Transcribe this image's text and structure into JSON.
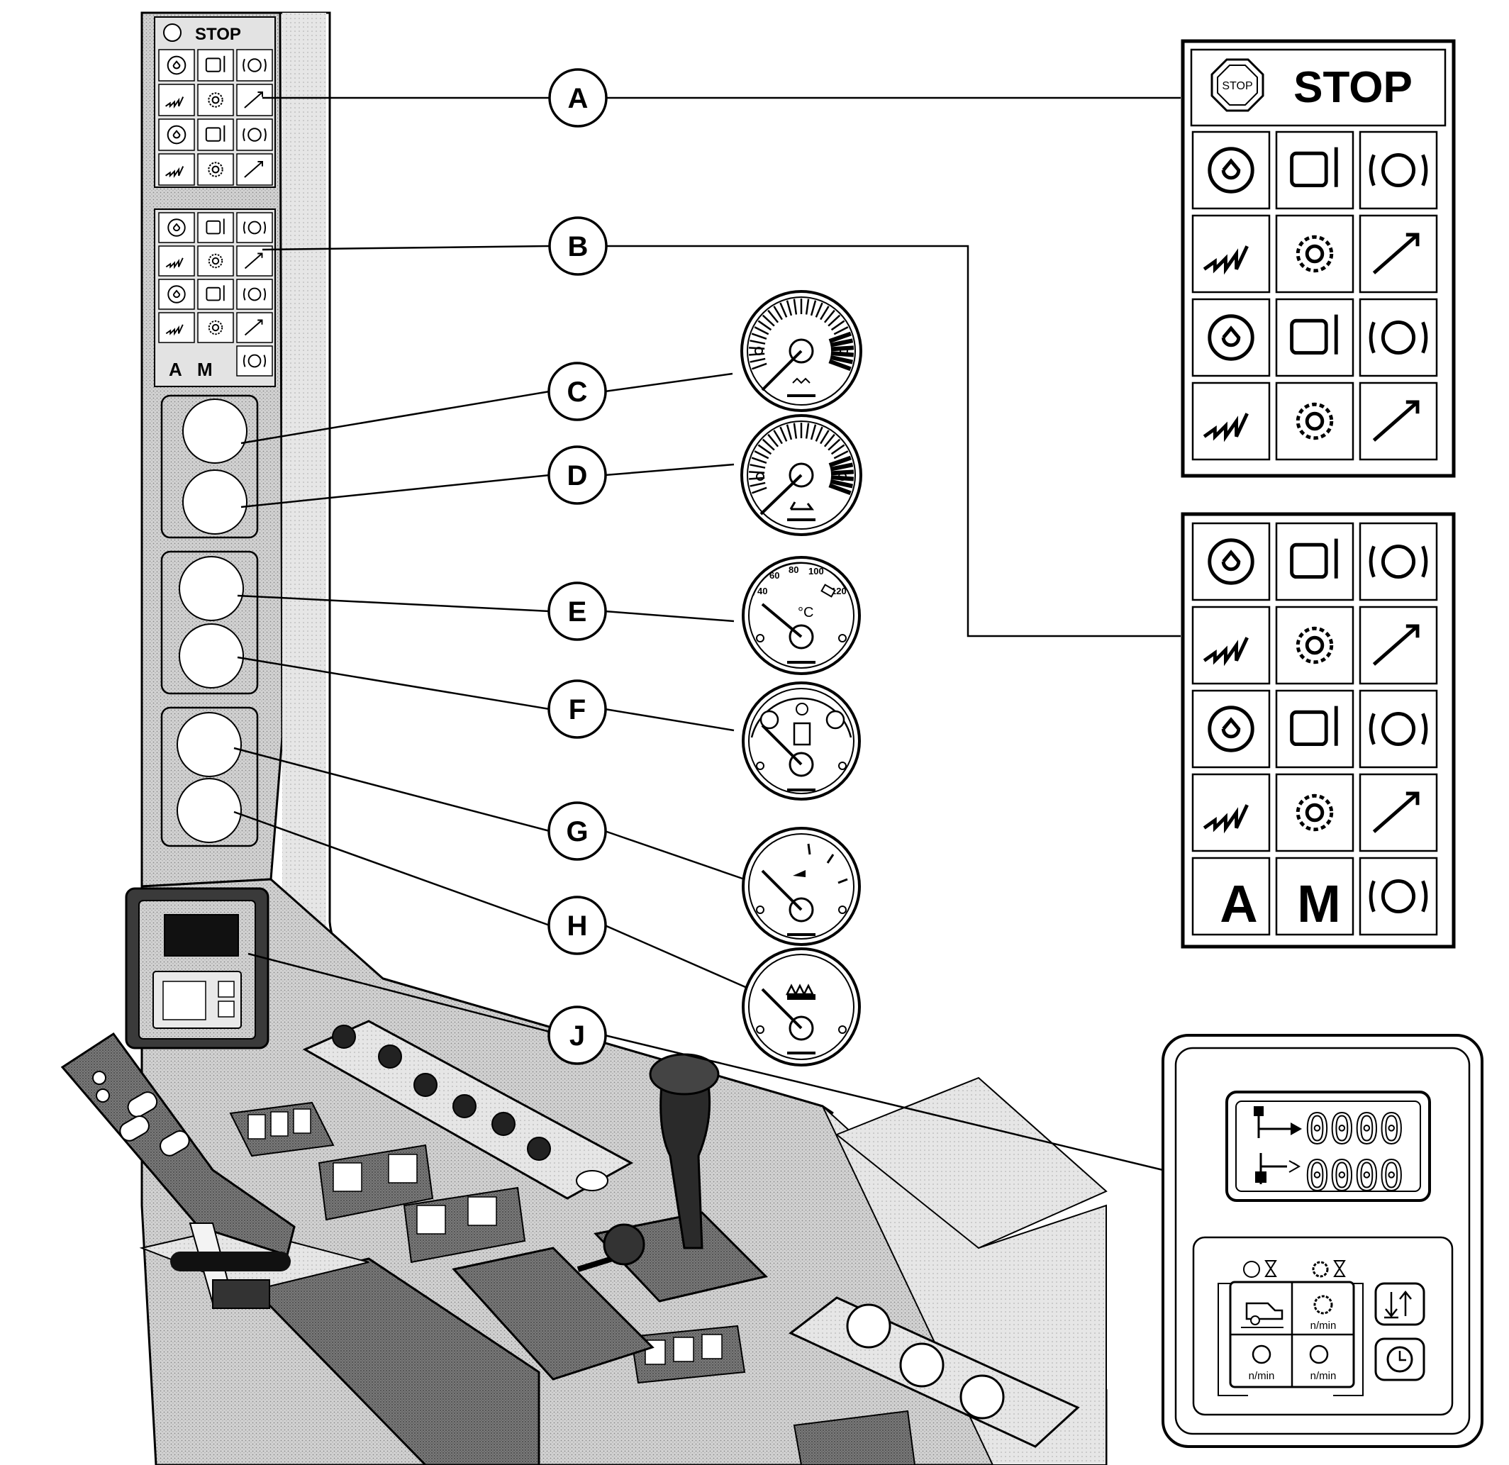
{
  "callouts": [
    "A",
    "B",
    "C",
    "D",
    "E",
    "F",
    "G",
    "H",
    "J"
  ],
  "panel_a": {
    "stop_text": "STOP",
    "stop_badge": "STOP",
    "icons": [
      "engine-oil-pressure-icon",
      "engine-coolant-temperature-icon",
      "parking-brake-icon",
      "brake-fluid-icon",
      "gearbox-oil-temperature-icon",
      "straw-walker-icon",
      "sieve-chaff-icon",
      "elevator-icon",
      "return-auger-icon",
      "grain-tank-unloading-icon",
      "header-drive-icon",
      "rotor-speed-icon"
    ]
  },
  "panel_b": {
    "letter_a": "A",
    "letter_m": "M",
    "icons": [
      "fuel-level-icon",
      "air-filter-icon",
      "air-filter-temperature-icon",
      "hydraulic-oil-icon",
      "hydraulic-filter-icon",
      "battery-charge-icon",
      "header-low-icon",
      "header-high-icon",
      "unloading-tube-icon",
      "unloading-tube-out-icon",
      "combine-header-icon",
      "air-conditioning-icon",
      "automatic-mode-icon",
      "manual-mode-icon",
      "operator-seat-icon"
    ]
  },
  "gauge_e": {
    "unit": "°C",
    "ticks": [
      "40",
      "60",
      "80",
      "100",
      "120"
    ]
  },
  "monitor_j": {
    "display_top": "0000",
    "display_bottom": "0000",
    "unit_1": "n/min",
    "unit_2": "n/min",
    "unit_3": "n/min"
  },
  "small_column": {
    "stop_text": "STOP",
    "letter_a": "A",
    "letter_m": "M"
  }
}
